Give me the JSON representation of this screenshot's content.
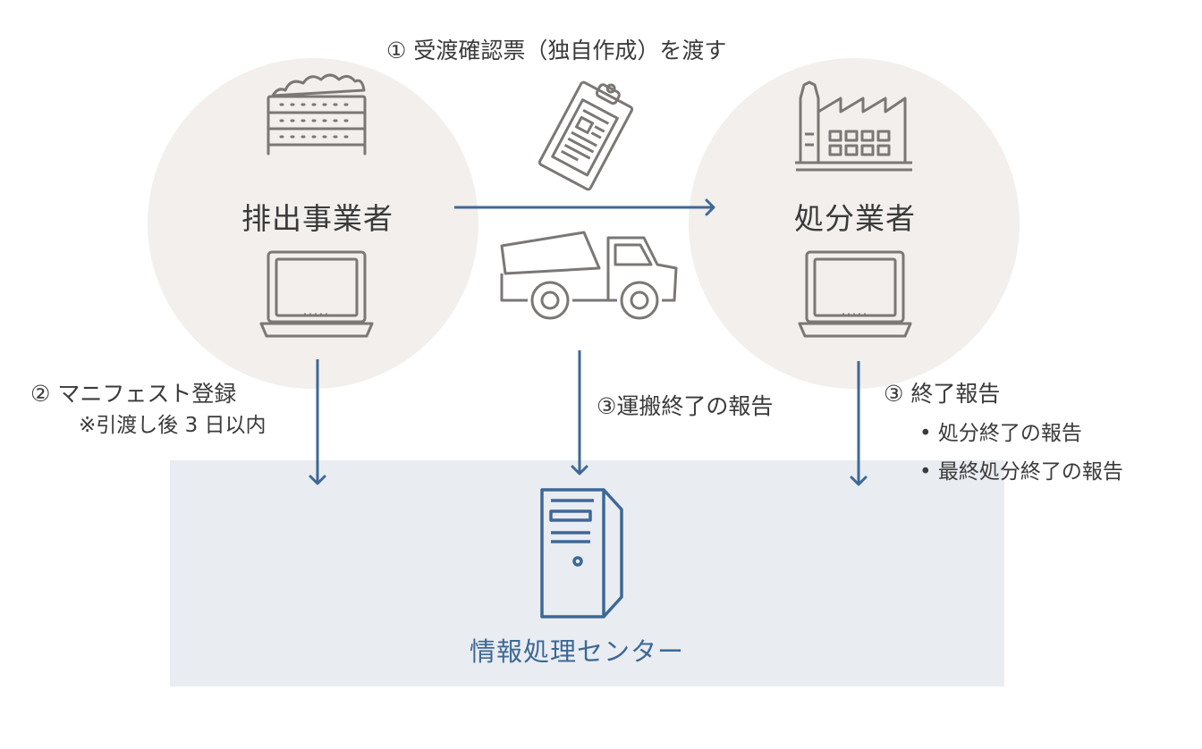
{
  "colors": {
    "arrow": "#3d6897",
    "icon_gray": "#7a7775",
    "icon_blue": "#3d6897",
    "circle_bg": "#f2efec",
    "panel_bg": "#e9edf1"
  },
  "nodes": {
    "emitter": {
      "label": "排出事業者",
      "icons": [
        "waste-container-icon",
        "laptop-icon"
      ]
    },
    "disposer": {
      "label": "処分業者",
      "icons": [
        "factory-icon",
        "laptop-icon"
      ]
    },
    "transporter": {
      "icons": [
        "dump-truck-icon"
      ]
    },
    "info_center": {
      "label": "情報処理センター",
      "icons": [
        "server-icon"
      ]
    }
  },
  "flows": {
    "handover": {
      "label": "① 受渡確認票（独自作成）を渡す",
      "icons": [
        "clipboard-document-icon"
      ]
    },
    "manifest_registration": {
      "label": "② マニフェスト登録",
      "note": "※引渡し後 3 日以内"
    },
    "transport_report": {
      "label": "③運搬終了の報告"
    },
    "completion_report": {
      "label": "③ 終了報告",
      "items": [
        "処分終了の報告",
        "最終処分終了の報告"
      ],
      "bullet": "•"
    }
  }
}
